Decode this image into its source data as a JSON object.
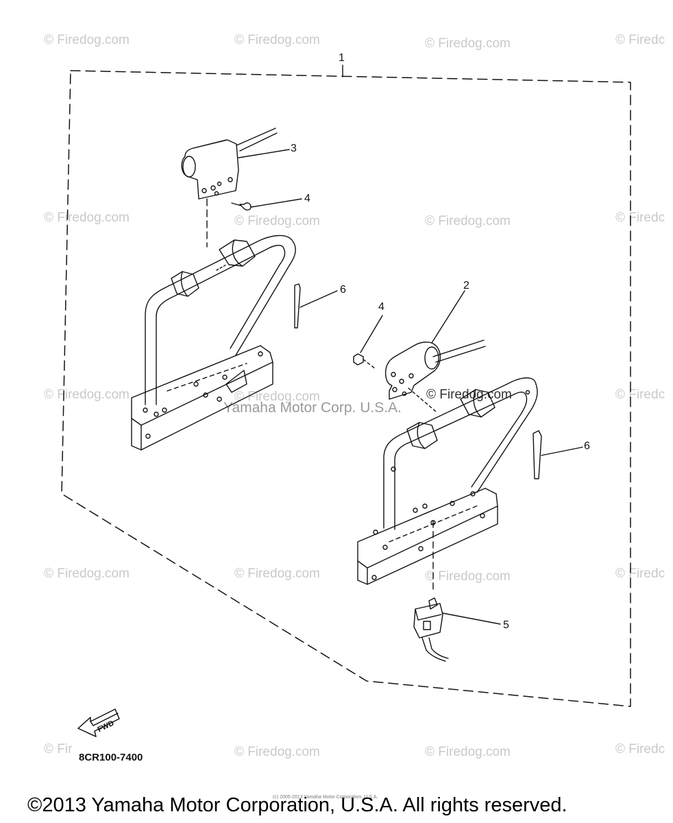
{
  "diagram": {
    "callouts": {
      "c1": "1",
      "c2": "2",
      "c3": "3",
      "c4a": "4",
      "c4b": "4",
      "c5": "5",
      "c6a": "6",
      "c6b": "6"
    },
    "fwd_label": "FWD",
    "part_code": "8CR100-7400"
  },
  "watermarks": {
    "firedog": "© Firedog.com",
    "firedog_partial": "© Firedc",
    "firedog_left_partial": "© Fir",
    "center_watermark": "Yamaha Motor Corp. U.S.A.",
    "center_firedog": "© Firedog.com",
    "tiny_copyright": "(c) 2005-2013 Yamaha Motor Corporation, U.S.A."
  },
  "footer": {
    "copyright": "©2013 Yamaha Motor Corporation, U.S.A. All rights reserved."
  }
}
